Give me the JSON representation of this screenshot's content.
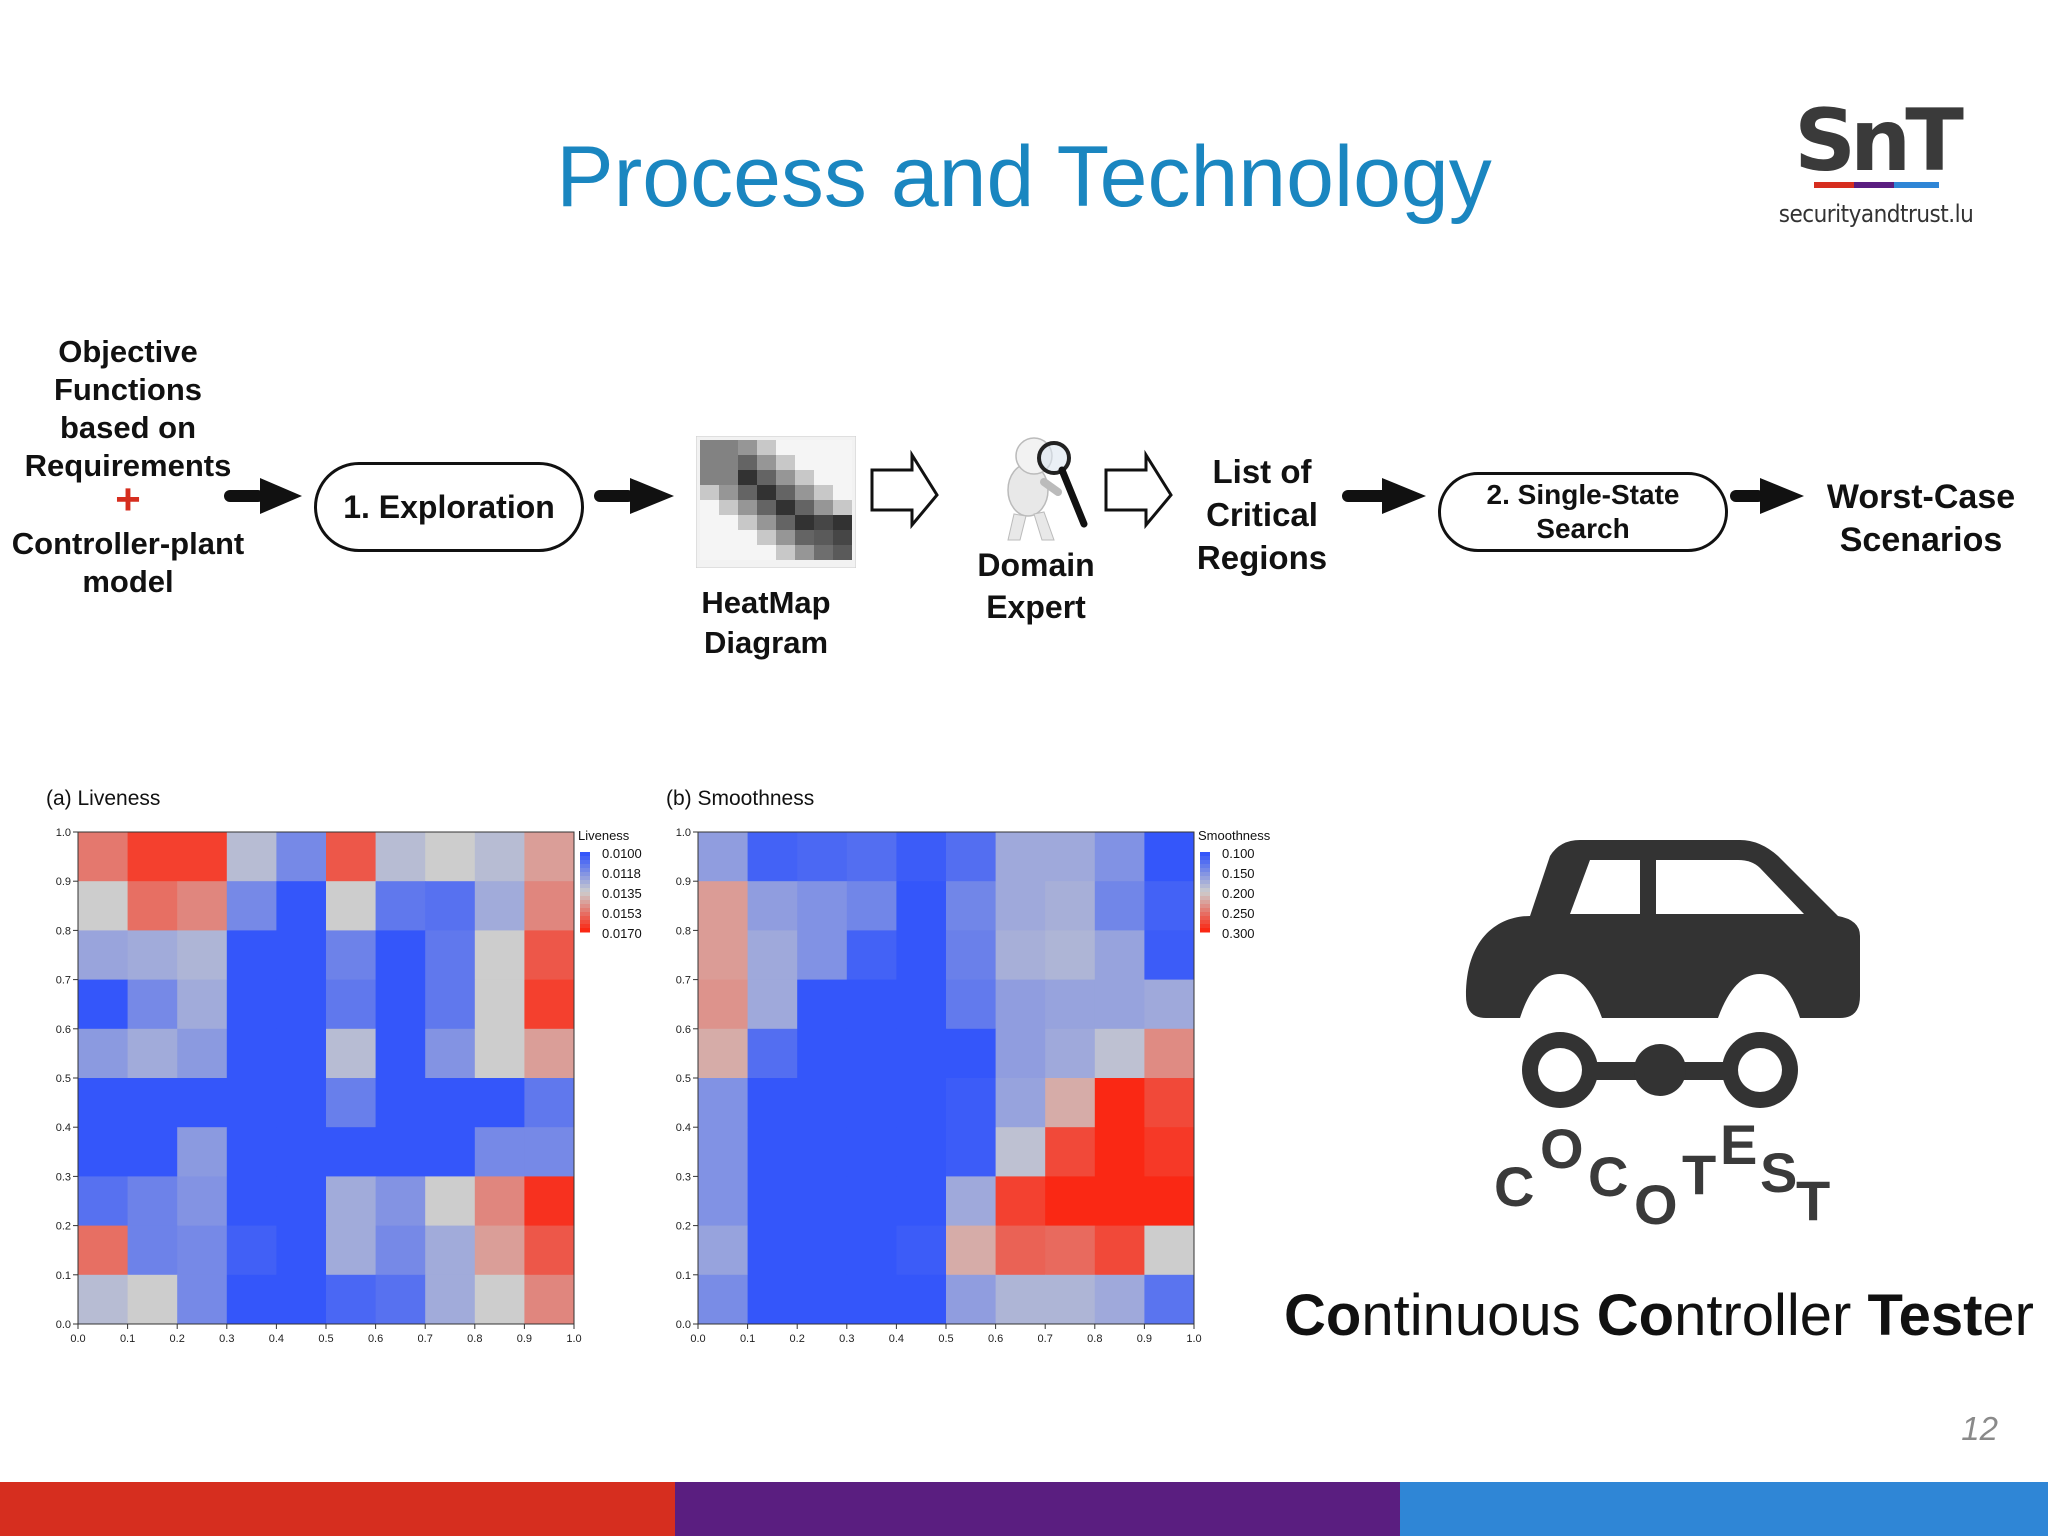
{
  "slide": {
    "title": "Process and Technology",
    "page_number": "12",
    "logo_text": "SnT",
    "logo_sub": "securityandtrust.lu",
    "bar_colors": [
      "#d62e1f",
      "#5a1e80",
      "#2f86d6"
    ]
  },
  "flow": {
    "input_text": "Objective Functions based on Requirements",
    "plus": "+",
    "input_text2": "Controller-plant model",
    "exploration": "1. Exploration",
    "heatmap_label": "HeatMap Diagram",
    "expert_label": "Domain Expert",
    "regions_label": "List of Critical Regions",
    "search_label": "2. Single-State Search",
    "output_label": "Worst-Case Scenarios"
  },
  "chart_data": [
    {
      "type": "heatmap",
      "title": "(a) Liveness",
      "legend_title": "Liveness",
      "legend_ticks": [
        "0.0100",
        "0.0118",
        "0.0135",
        "0.0153",
        "0.0170"
      ],
      "xlim": [
        0,
        1
      ],
      "ylim": [
        0,
        1
      ],
      "x_ticks": [
        "0.0",
        "0.1",
        "0.2",
        "0.3",
        "0.4",
        "0.5",
        "0.6",
        "0.7",
        "0.8",
        "0.9",
        "1.0"
      ],
      "y_ticks": [
        "0.0",
        "0.1",
        "0.2",
        "0.3",
        "0.4",
        "0.5",
        "0.6",
        "0.7",
        "0.8",
        "0.9",
        "1.0"
      ],
      "rows_top_to_bottom": [
        [
          0.0153,
          0.0165,
          0.0165,
          0.013,
          0.0115,
          0.016,
          0.013,
          0.0135,
          0.013,
          0.0145
        ],
        [
          0.0135,
          0.0155,
          0.015,
          0.0115,
          0.01,
          0.0135,
          0.011,
          0.0108,
          0.0125,
          0.015
        ],
        [
          0.0123,
          0.0125,
          0.0128,
          0.01,
          0.01,
          0.0113,
          0.01,
          0.011,
          0.0135,
          0.016
        ],
        [
          0.01,
          0.0115,
          0.0125,
          0.01,
          0.01,
          0.011,
          0.01,
          0.011,
          0.0135,
          0.0165
        ],
        [
          0.012,
          0.0125,
          0.012,
          0.01,
          0.01,
          0.013,
          0.01,
          0.0118,
          0.0135,
          0.0145
        ],
        [
          0.01,
          0.01,
          0.01,
          0.01,
          0.01,
          0.0112,
          0.01,
          0.01,
          0.01,
          0.011
        ],
        [
          0.01,
          0.01,
          0.012,
          0.01,
          0.01,
          0.01,
          0.01,
          0.01,
          0.0115,
          0.0115
        ],
        [
          0.0108,
          0.0113,
          0.0118,
          0.01,
          0.01,
          0.0125,
          0.0118,
          0.0135,
          0.015,
          0.0168
        ],
        [
          0.0155,
          0.0113,
          0.0115,
          0.0103,
          0.01,
          0.0125,
          0.0115,
          0.0125,
          0.0145,
          0.016
        ],
        [
          0.013,
          0.0135,
          0.0115,
          0.01,
          0.01,
          0.0105,
          0.0108,
          0.0125,
          0.0135,
          0.015
        ]
      ]
    },
    {
      "type": "heatmap",
      "title": "(b) Smoothness",
      "legend_title": "Smoothness",
      "legend_ticks": [
        "0.100",
        "0.150",
        "0.200",
        "0.250",
        "0.300"
      ],
      "xlim": [
        0,
        1
      ],
      "ylim": [
        0,
        1
      ],
      "x_ticks": [
        "0.0",
        "0.1",
        "0.2",
        "0.3",
        "0.4",
        "0.5",
        "0.6",
        "0.7",
        "0.8",
        "0.9",
        "1.0"
      ],
      "y_ticks": [
        "0.0",
        "0.1",
        "0.2",
        "0.3",
        "0.4",
        "0.5",
        "0.6",
        "0.7",
        "0.8",
        "0.9",
        "1.0"
      ],
      "rows_top_to_bottom": [
        [
          0.16,
          0.11,
          0.115,
          0.12,
          0.105,
          0.12,
          0.17,
          0.17,
          0.15,
          0.1
        ],
        [
          0.23,
          0.16,
          0.15,
          0.14,
          0.1,
          0.14,
          0.17,
          0.175,
          0.14,
          0.11
        ],
        [
          0.23,
          0.17,
          0.15,
          0.11,
          0.1,
          0.135,
          0.175,
          0.18,
          0.165,
          0.105
        ],
        [
          0.235,
          0.17,
          0.1,
          0.1,
          0.1,
          0.13,
          0.16,
          0.165,
          0.165,
          0.17
        ],
        [
          0.22,
          0.12,
          0.1,
          0.1,
          0.1,
          0.1,
          0.16,
          0.17,
          0.19,
          0.24
        ],
        [
          0.15,
          0.1,
          0.1,
          0.1,
          0.1,
          0.105,
          0.165,
          0.22,
          0.3,
          0.28
        ],
        [
          0.15,
          0.1,
          0.1,
          0.1,
          0.1,
          0.105,
          0.19,
          0.28,
          0.3,
          0.29
        ],
        [
          0.15,
          0.1,
          0.1,
          0.1,
          0.1,
          0.17,
          0.285,
          0.3,
          0.3,
          0.3
        ],
        [
          0.165,
          0.1,
          0.1,
          0.1,
          0.105,
          0.22,
          0.265,
          0.26,
          0.28,
          0.2
        ],
        [
          0.145,
          0.1,
          0.1,
          0.1,
          0.1,
          0.16,
          0.18,
          0.18,
          0.17,
          0.125
        ]
      ]
    }
  ],
  "tool": {
    "coco_letters": [
      "C",
      "O",
      "C",
      "O",
      "T",
      "E",
      "S",
      "T"
    ],
    "name_parts": [
      {
        "text": "Co",
        "bold": true
      },
      {
        "text": "ntinuous ",
        "bold": false
      },
      {
        "text": "Co",
        "bold": true
      },
      {
        "text": "ntroller ",
        "bold": false
      },
      {
        "text": "Test",
        "bold": true
      },
      {
        "text": "er",
        "bold": false
      }
    ],
    "icon_color": "#333333"
  }
}
